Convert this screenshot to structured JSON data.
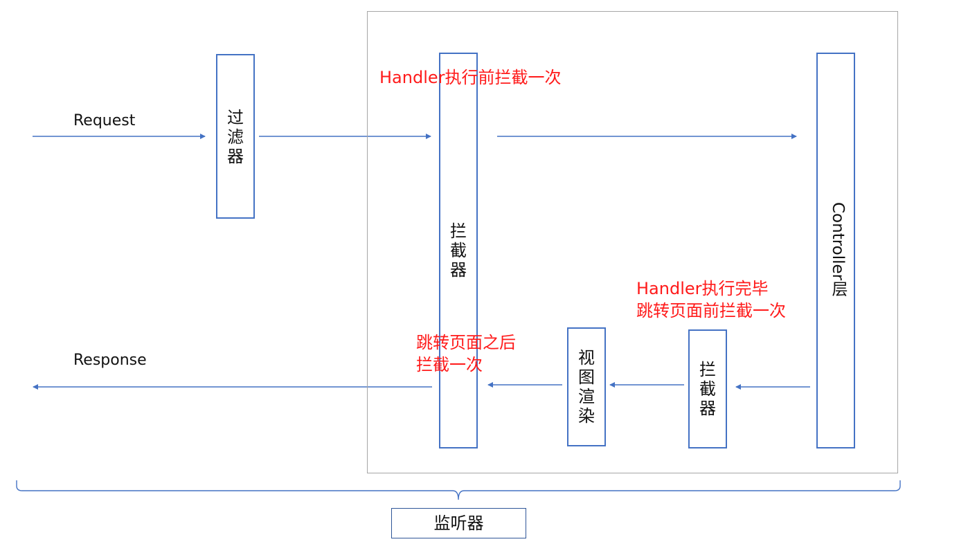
{
  "labels": {
    "request": "Request",
    "response": "Response"
  },
  "nodes": {
    "filter": "过滤器",
    "interceptor_main": "拦截器",
    "controller": "Controller层",
    "interceptor_small": "拦截器",
    "view_render": "视图渲染",
    "listener": "监听器"
  },
  "notes": {
    "pre_handle": "Handler执行前拦截一次",
    "post_handle_line1": "Handler执行完毕",
    "post_handle_line2": "跳转页面前拦截一次",
    "after_completion_line1": "跳转页面之后",
    "after_completion_line2": "拦截一次"
  },
  "colors": {
    "box_stroke": "#4472c4",
    "arrow": "#4472c4",
    "note_text": "#ff1a1a",
    "container_border": "#a6a6a6"
  }
}
